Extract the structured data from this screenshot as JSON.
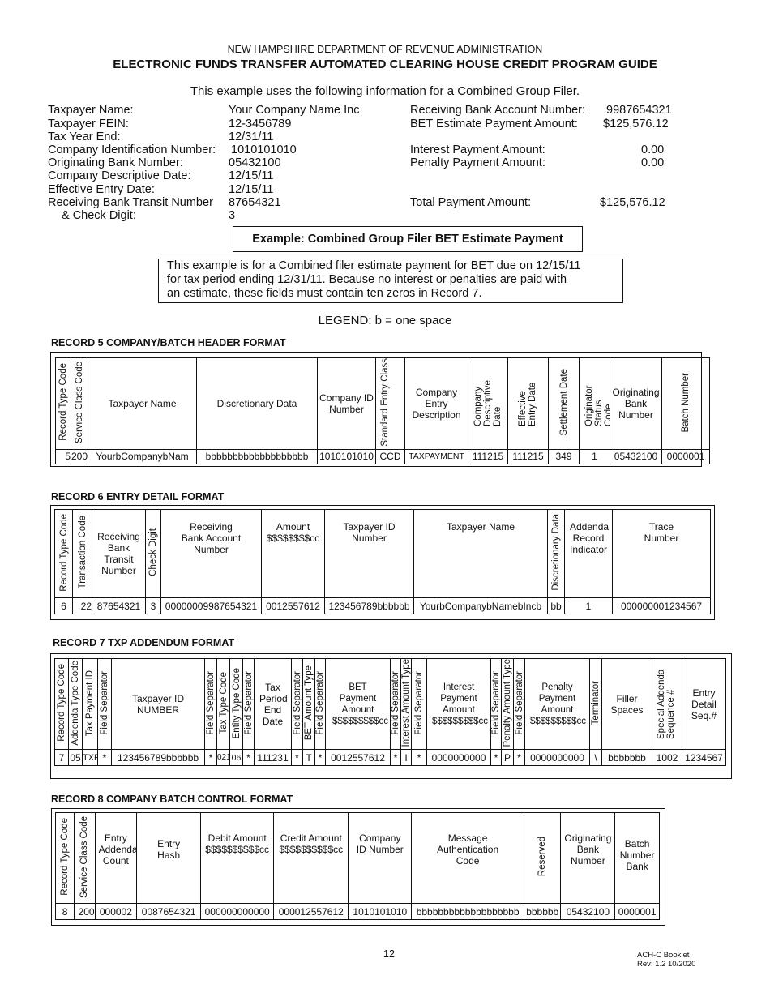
{
  "header": {
    "department": "NEW HAMPSHIRE DEPARTMENT OF REVENUE ADMINISTRATION",
    "guide_title": "ELECTRONIC FUNDS TRANSFER AUTOMATED CLEARING HOUSE CREDIT PROGRAM GUIDE"
  },
  "intro": "This example uses the following information for a Combined Group Filer.",
  "info_left": [
    {
      "label": "Taxpayer Name:",
      "value": "Your Company Name Inc"
    },
    {
      "label": "Taxpayer FEIN:",
      "value": "12-3456789"
    },
    {
      "label": "Tax Year End:",
      "value": "12/31/11"
    },
    {
      "label": "Company Identification Number:",
      "value": "1010101010"
    },
    {
      "label": "Originating Bank Number:",
      "value": "05432100"
    },
    {
      "label": "Company Descriptive Date:",
      "value": "12/15/11"
    },
    {
      "label": "Effective Entry Date:",
      "value": "12/15/11"
    },
    {
      "label": "Receiving Bank Transit Number",
      "value": "87654321"
    },
    {
      "label": "& Check Digit:",
      "value": "3"
    }
  ],
  "info_right": [
    {
      "label": "Receiving Bank Account Number:",
      "value": "9987654321"
    },
    {
      "label": "BET Estimate Payment Amount:",
      "value": "$125,576.12"
    },
    {
      "label": "Interest Payment Amount:",
      "value": "0.00"
    },
    {
      "label": "Penalty Payment Amount:",
      "value": "0.00"
    },
    {
      "label": "Total Payment Amount:",
      "value": "$125,576.12"
    }
  ],
  "example_title": "Example:  Combined Group Filer BET Estimate Payment",
  "example_text": [
    "This example is for a Combined filer estimate payment for BET due on 12/15/11",
    "for tax period ending 12/31/11.  Because no interest or penalties are paid with",
    "an estimate, these fields must contain ten zeros in Record 7."
  ],
  "legend": "LEGEND: b = one space",
  "record5": {
    "title": "RECORD 5 COMPANY/BATCH HEADER FORMAT",
    "headers": [
      "Record Type Code",
      "Service Class Code",
      "Taxpayer Name",
      "Discretionary Data",
      "Company ID Number",
      "Standard Entry Class",
      "Company Entry Description",
      "Company Descriptive Date",
      "Effective Entry Date",
      "Settlement Date",
      "Originator Status Code",
      "Originating Bank Number",
      "Batch Number"
    ],
    "values": [
      "5",
      "200",
      "YourbCompanybNam",
      "bbbbbbbbbbbbbbbbbbb",
      "1010101010",
      "CCD",
      "TAXPAYMENT",
      "111215",
      "111215",
      "349",
      "1",
      "05432100",
      "0000001"
    ]
  },
  "record6": {
    "title": "RECORD 6 ENTRY DETAIL FORMAT",
    "headers": [
      "Record Type Code",
      "Transaction Code",
      "Receiving Bank Transit Number",
      "Check Digit",
      "Receiving Bank Account Number",
      "Amount $$$$$$$$cc",
      "Taxpayer ID Number",
      "Taxpayer Name",
      "Discretionary Data",
      "Addenda Record Indicator",
      "Trace Number"
    ],
    "values": [
      "6",
      "22",
      "87654321",
      "3",
      "00000009987654321",
      "0012557612",
      "123456789bbbbbb",
      "YourbCompanybNamebIncb",
      "bb",
      "1",
      "000000001234567"
    ]
  },
  "record7": {
    "title": "RECORD 7 TXP ADDENDUM FORMAT",
    "headers": [
      "Record Type Code",
      "Addenda Type Code",
      "Tax Payment ID",
      "Field Separator",
      "Taxpayer ID NUMBER",
      "Field Separator",
      "Tax Type Code",
      "Entity Type Code",
      "Field Separator",
      "Tax Period End Date",
      "Field Separator",
      "BET Amount Type",
      "Field Separator",
      "BET Payment Amount $$$$$$$$$cc",
      "Field Separator",
      "Interest Amount Type",
      "Field Separator",
      "Interest Payment Amount $$$$$$$$$cc",
      "Field Separator",
      "Penalty Amount Type",
      "Field Separator",
      "Penalty Payment Amount $$$$$$$$$cc",
      "Terminator",
      "Filler Spaces",
      "Special Addenda Sequence #",
      "Entry Detail Seq.#"
    ],
    "values": [
      "7",
      "05",
      "TXP",
      "*",
      "123456789bbbbbb",
      "*",
      "021",
      "06",
      "*",
      "111231",
      "*",
      "T",
      "*",
      "0012557612",
      "*",
      "I",
      "*",
      "0000000000",
      "*",
      "P",
      "*",
      "0000000000",
      "\\",
      "bbbbbbb",
      "1002",
      "1234567"
    ]
  },
  "record8": {
    "title": "RECORD 8 COMPANY BATCH CONTROL FORMAT",
    "headers": [
      "Record Type Code",
      "Service Class Code",
      "Entry Addenda Count",
      "Entry Hash",
      "Debit Amount $$$$$$$$$$cc",
      "Credit Amount $$$$$$$$$$cc",
      "Company ID Number",
      "Message Authentication Code",
      "Reserved",
      "Originating Bank Number",
      "Batch Number Bank"
    ],
    "values": [
      "8",
      "200",
      "000002",
      "0087654321",
      "000000000000",
      "000012557612",
      "1010101010",
      "bbbbbbbbbbbbbbbbbbb",
      "bbbbbb",
      "05432100",
      "0000001"
    ]
  },
  "footer": {
    "page_number": "12",
    "booklet": "ACH-C Booklet",
    "revision": "Rev: 1.2 10/2020"
  }
}
